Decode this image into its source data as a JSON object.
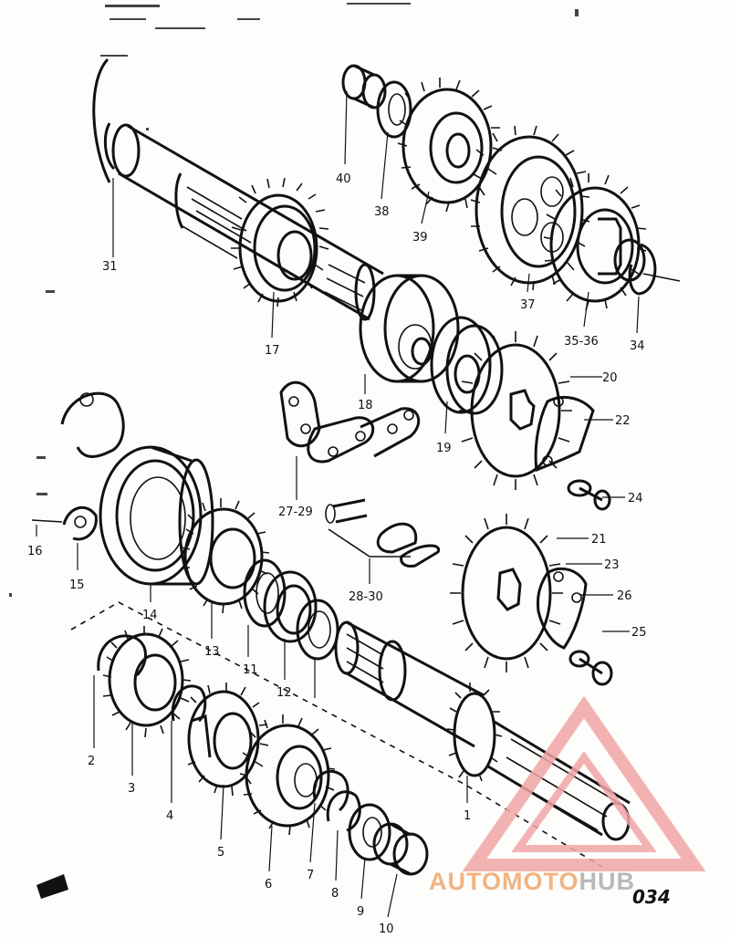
{
  "diagram": {
    "part_labels": [
      "40",
      "38",
      "39",
      "37",
      "35-36",
      "34",
      "31",
      "17",
      "18",
      "19",
      "20",
      "22",
      "24",
      "27-29",
      "16",
      "15",
      "14",
      "13",
      "11",
      "12",
      "21",
      "23",
      "26",
      "25",
      "28-30",
      "2",
      "3",
      "4",
      "5",
      "6",
      "7",
      "8",
      "9",
      "10",
      "1"
    ],
    "figure_number": "034",
    "watermark": {
      "text_left": "AUTOMOTO",
      "text_right": "HUB",
      "left_color": "#f0b482",
      "right_color": "#b9b9b9",
      "logo_color": "#f2a6a6"
    }
  }
}
